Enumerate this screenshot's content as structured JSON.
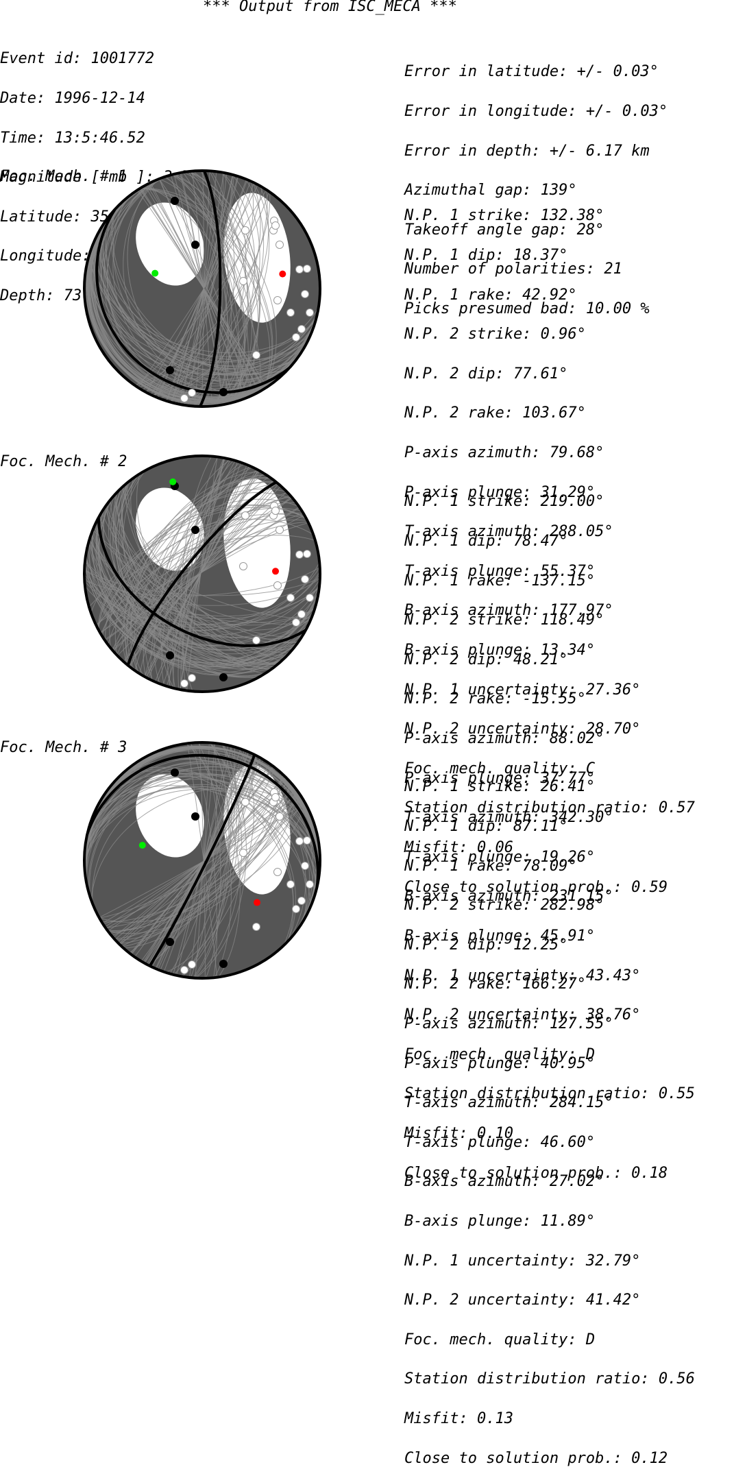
{
  "header": {
    "title": "*** Output from ISC_MECA ***"
  },
  "event": {
    "lines": [
      "Event id: 1001772",
      "Date: 1996-12-14",
      "Time: 13:5:46.52",
      "Magnitude [ mb ]: 3.77",
      "Latitude: 35.74°",
      "Longitude: 140.14°",
      "Depth: 73.08 km"
    ]
  },
  "errors": {
    "lines": [
      "Error in latitude: +/- 0.03°",
      "Error in longitude: +/- 0.03°",
      "Error in depth: +/- 6.17 km",
      "Azimuthal gap: 139°",
      "Takeoff angle gap: 28°",
      "Number of polarities: 21",
      "Picks presumed bad: 10.00 %"
    ]
  },
  "mechanisms": [
    {
      "title": "Foc. Mech. # 1",
      "params": [
        "N.P. 1 strike: 132.38°",
        "N.P. 1 dip: 18.37°",
        "N.P. 1 rake: 42.92°",
        "N.P. 2 strike: 0.96°",
        "N.P. 2 dip: 77.61°",
        "N.P. 2 rake: 103.67°",
        "P-axis azimuth: 79.68°",
        "P-axis plunge: 31.29°",
        "T-axis azimuth: 288.05°",
        "T-axis plunge: 55.37°",
        "B-axis azimuth: 177.97°",
        "B-axis plunge: 13.34°",
        "N.P. 1 uncertainty: 27.36°",
        "N.P. 2 uncertainty: 28.70°",
        "Foc. mech. quality: C",
        "Station distribution ratio: 0.57",
        "Misfit: 0.06",
        "Close to solution prob.: 0.59"
      ],
      "strike1": 132.38,
      "dip1": 18.37,
      "strike2": 0.96,
      "dip2": 77.61,
      "p_az": 79.68,
      "p_pl": 31.29,
      "t_az": 288.05,
      "t_pl": 55.37
    },
    {
      "title": "Foc. Mech. # 2",
      "params": [
        "N.P. 1 strike: 219.00°",
        "N.P. 1 dip: 78.47°",
        "N.P. 1 rake: -137.15°",
        "N.P. 2 strike: 118.49°",
        "N.P. 2 dip: 48.21°",
        "N.P. 2 rake: -15.55°",
        "P-axis azimuth: 88.02°",
        "P-axis plunge: 37.77°",
        "T-axis azimuth: 342.30°",
        "T-axis plunge: 19.26°",
        "B-axis azimuth: 231.15°",
        "B-axis plunge: 45.91°",
        "N.P. 1 uncertainty: 43.43°",
        "N.P. 2 uncertainty: 38.76°",
        "Foc. mech. quality: D",
        "Station distribution ratio: 0.55",
        "Misfit: 0.10",
        "Close to solution prob.: 0.18"
      ],
      "strike1": 219.0,
      "dip1": 78.47,
      "strike2": 118.49,
      "dip2": 48.21,
      "p_az": 88.02,
      "p_pl": 37.77,
      "t_az": 342.3,
      "t_pl": 19.26
    },
    {
      "title": "Foc. Mech. # 3",
      "params": [
        "N.P. 1 strike: 26.41°",
        "N.P. 1 dip: 87.11°",
        "N.P. 1 rake: 78.09°",
        "N.P. 2 strike: 282.98°",
        "N.P. 2 dip: 12.25°",
        "N.P. 2 rake: 166.27°",
        "P-axis azimuth: 127.55°",
        "P-axis plunge: 40.95°",
        "T-axis azimuth: 284.15°",
        "T-axis plunge: 46.60°",
        "B-axis azimuth: 27.02°",
        "B-axis plunge: 11.89°",
        "N.P. 1 uncertainty: 32.79°",
        "N.P. 2 uncertainty: 41.42°",
        "Foc. mech. quality: D",
        "Station distribution ratio: 0.56",
        "Misfit: 0.13",
        "Close to solution prob.: 0.12"
      ],
      "strike1": 26.41,
      "dip1": 87.11,
      "strike2": 282.98,
      "dip2": 12.25,
      "p_az": 127.55,
      "p_pl": 40.95,
      "t_az": 284.15,
      "t_pl": 46.6
    }
  ],
  "colors": {
    "sphere": "#555555",
    "solution_lines": "#8a8a8a",
    "nodal_planes": "#000000",
    "p_axis": "#ff0000",
    "t_axis": "#00ee00",
    "compression": "#000000",
    "dilatation": "#ffffff"
  }
}
